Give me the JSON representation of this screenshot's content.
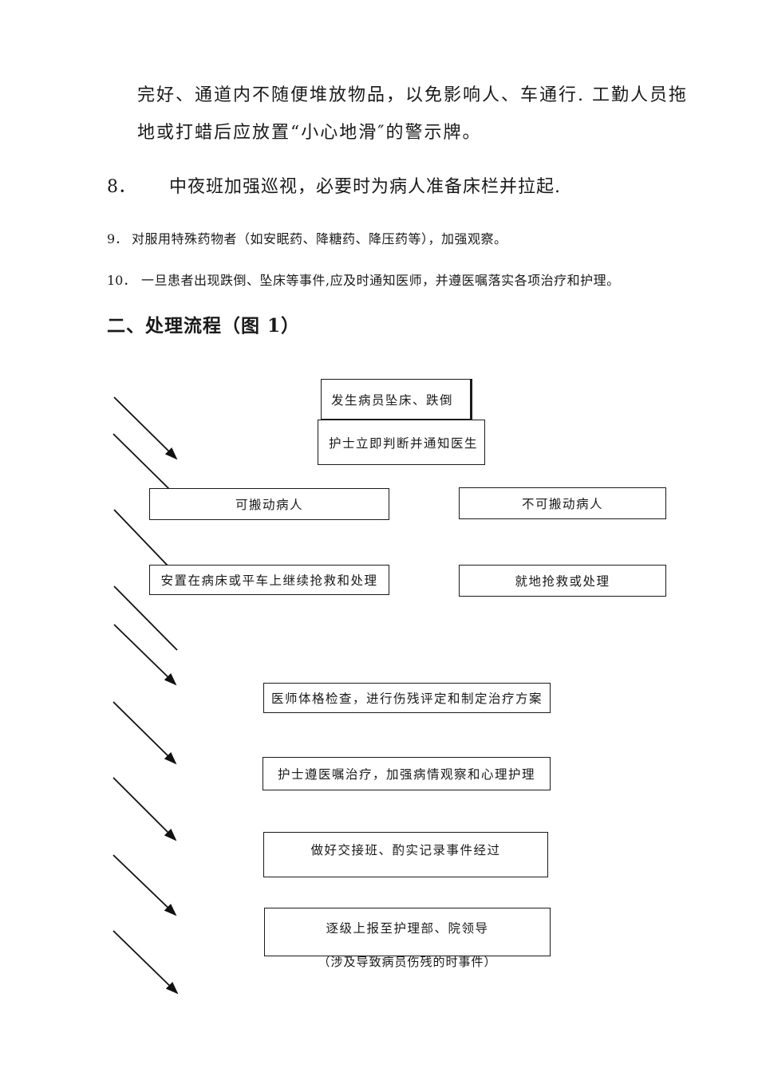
{
  "document": {
    "paragraph": {
      "line1": "完好、通道内不随便堆放物品，以免影响人、车通行. 工勤人员拖",
      "line2": "地或打蜡后应放置“小心地滑″的警示牌。"
    },
    "items": [
      {
        "num": "8．",
        "text": "中夜班加强巡视，必要时为病人准备床栏并拉起."
      },
      {
        "num": "9．",
        "text": "对服用特殊药物者（如安眠药、降糖药、降压药等），加强观察。"
      },
      {
        "num": "10．",
        "text": "一旦患者出现跌倒、坠床等事件,应及时通知医师，并遵医嘱落实各项治疗和护理。"
      }
    ],
    "heading": "二、处理流程（图 1）"
  },
  "flowchart": {
    "boxes": [
      {
        "label": "发生病员坠床、跌倒"
      },
      {
        "label": "护士立即判断并通知医生"
      },
      {
        "label": "可搬动病人"
      },
      {
        "label": "不可搬动病人"
      },
      {
        "label": "安置在病床或平车上继续抢救和处理"
      },
      {
        "label": "就地抢救或处理"
      },
      {
        "label": "医师体格检查，进行伤残评定和制定治疗方案"
      },
      {
        "label": "护士遵医嘱治疗，加强病情观察和心理护理"
      },
      {
        "label": "做好交接班、酌实记录事件经过"
      },
      {
        "label": "逐级上报至护理部、院领导"
      }
    ],
    "caption": "（涉及导致病员伤残的时事件）"
  },
  "colors": {
    "text": "#1a1a1a",
    "border": "#1a1a1a",
    "background": "#ffffff"
  }
}
